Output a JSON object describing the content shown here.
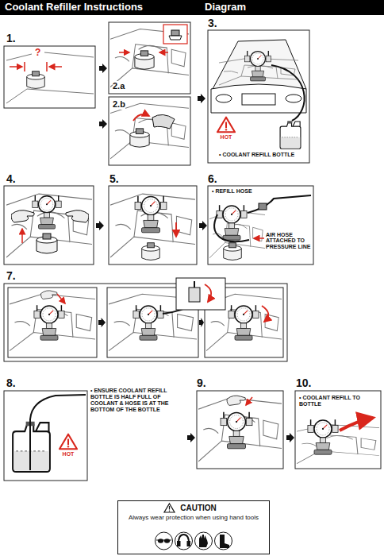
{
  "diagram": {
    "nodes": [
      {
        "text": [
          "Coolant Refiller Instructions",
          "Diagram"
        ]
      },
      {
        "text": [
          "CAUTION",
          "Always wear protection when using hand tools"
        ]
      }
    ],
    "labels": [
      "1.",
      "?",
      "2.a",
      "2.b",
      "3.",
      "HOT",
      "• COOLANT REFILL BOTTLE",
      "4.",
      "5.",
      "6.",
      "• REFILL HOSE",
      "AIR HOSE ATTACHED TO PRESSURE LINE",
      "7.",
      "8.",
      "HOT",
      "• ENSURE COOLANT REFILL BOTTLE IS HALF FULL OF COOLANT & HOSE IS AT THE BOTTOM OF THE BOTTLE",
      "9.",
      "10.",
      "• COOLANT REFILL TO BOTTLE"
    ]
  }
}
